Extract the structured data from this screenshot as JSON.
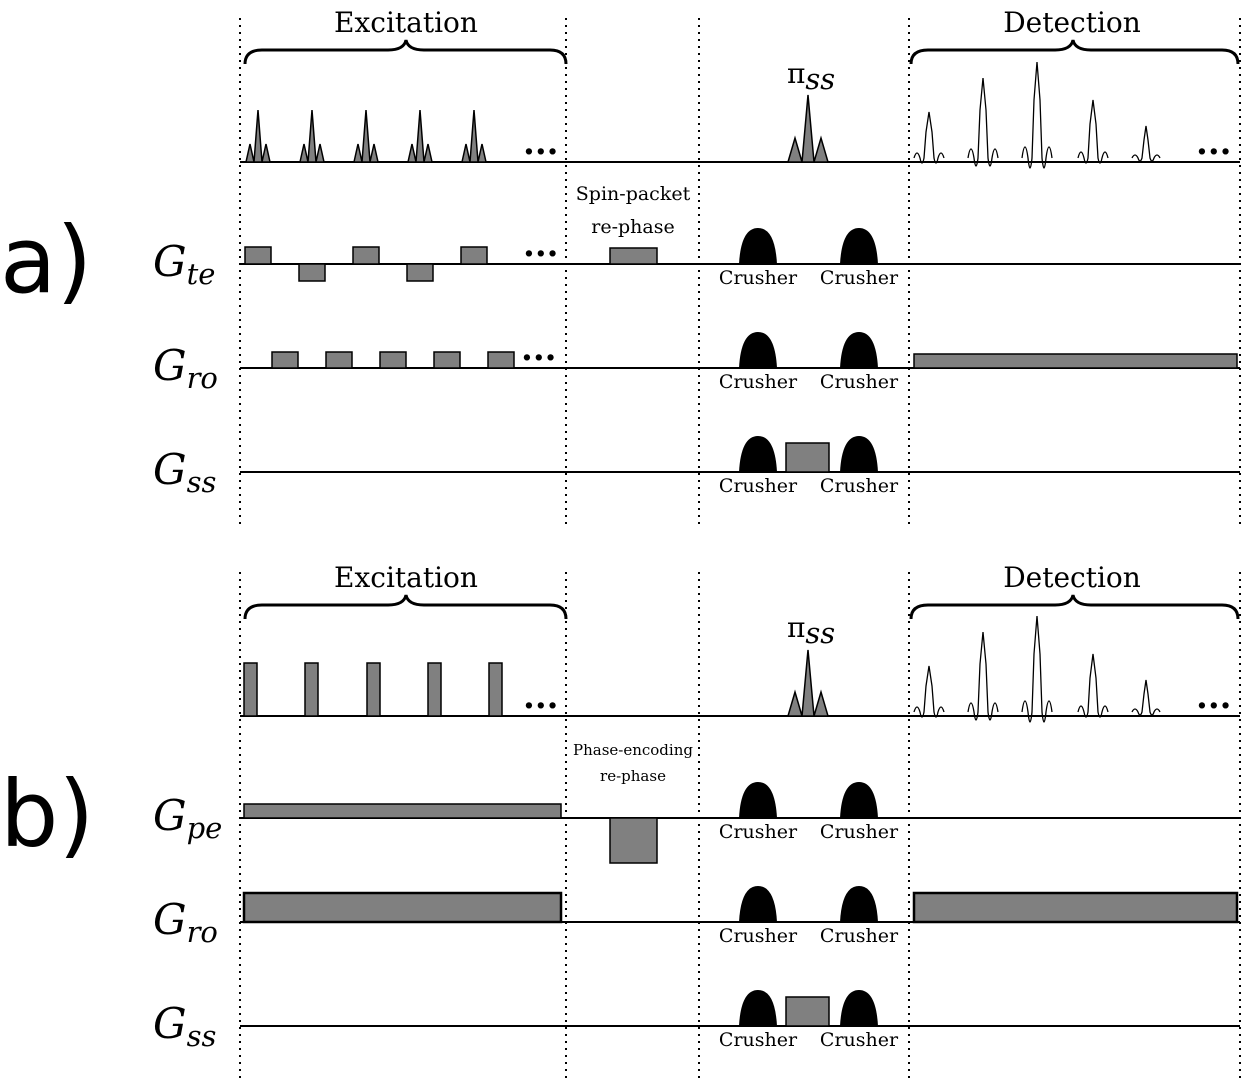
{
  "colors": {
    "line": "#000000",
    "pulse_fill": "#808080",
    "crusher_fill": "#000000"
  },
  "panel_a": {
    "label": "a)",
    "excitation": "Excitation",
    "detection": "Detection",
    "pi_base": "π",
    "pi_sub": "ss",
    "rephase_line1": "Spin-packet",
    "rephase_line2": "re-phase",
    "ellipsis": "...",
    "rows": [
      {
        "base": "G",
        "sub": "te"
      },
      {
        "base": "G",
        "sub": "ro"
      },
      {
        "base": "G",
        "sub": "ss"
      }
    ],
    "crusher": "Crusher"
  },
  "panel_b": {
    "label": "b)",
    "excitation": "Excitation",
    "detection": "Detection",
    "pi_base": "π",
    "pi_sub": "ss",
    "rephase_line1": "Phase-encoding",
    "rephase_line2": "re-phase",
    "ellipsis": "...",
    "rows": [
      {
        "base": "G",
        "sub": "pe"
      },
      {
        "base": "G",
        "sub": "ro"
      },
      {
        "base": "G",
        "sub": "ss"
      }
    ],
    "crusher": "Crusher"
  }
}
